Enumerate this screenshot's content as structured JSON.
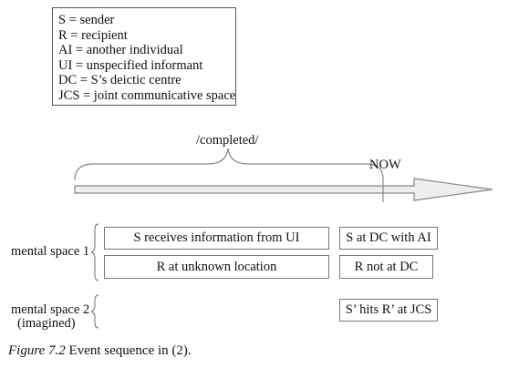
{
  "legend": {
    "items": [
      "S = sender",
      "R = recipient",
      "AI = another individual",
      "UI = unspecified informant",
      "DC = S’s deictic centre",
      "JCS = joint communicative space"
    ]
  },
  "timeline": {
    "completed_label": "/completed/",
    "now_label": "NOW"
  },
  "spaces": {
    "space1_label": "mental space 1",
    "space2_label_line1": "mental space 2",
    "space2_label_line2": "(imagined)"
  },
  "events": {
    "s_receives": "S receives information from UI",
    "r_unknown": "R at unknown location",
    "s_at_dc": "S at DC with AI",
    "r_not_dc": "R not at DC",
    "s_hits": "S’ hits R’ at JCS"
  },
  "caption": {
    "figure": "Figure 7.2",
    "text": "Event sequence in (2)."
  },
  "colors": {
    "arrow_fill": "#eeeeee",
    "arrow_stroke": "#888888",
    "brace_stroke": "#888888",
    "box_border": "#777777"
  }
}
